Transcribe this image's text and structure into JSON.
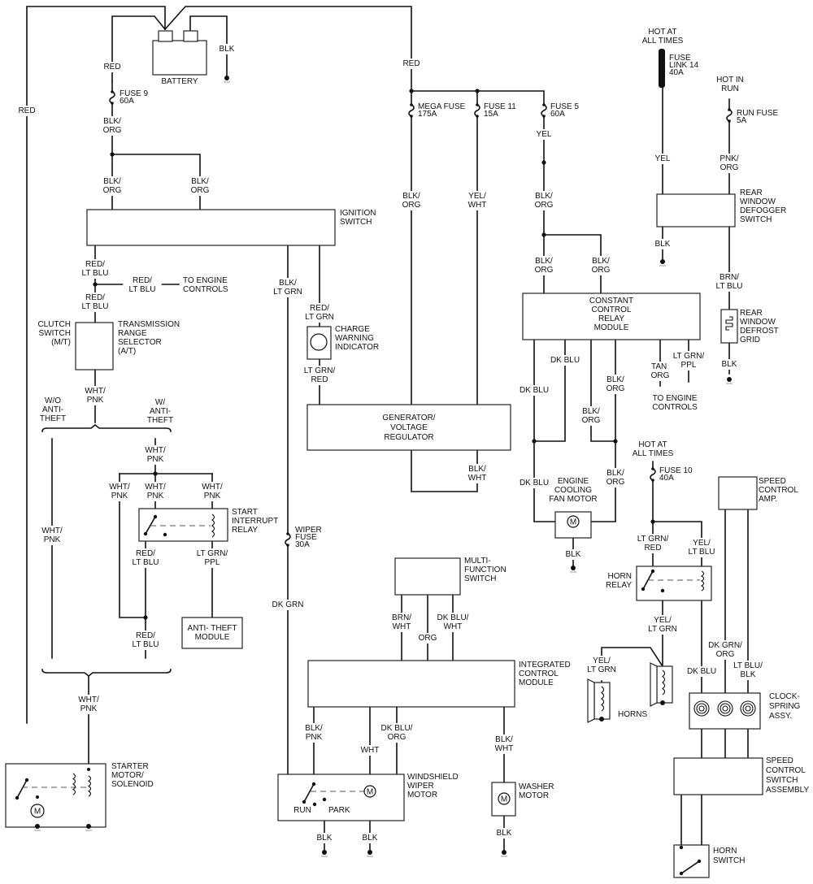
{
  "title": "Starting, Charging, Wiper, Horn and Cooling Fan Wiring Diagram",
  "components": {
    "battery": "BATTERY",
    "battery_pos": "+",
    "battery_neg": "-",
    "ignition_switch": [
      "IGNITION",
      "SWITCH"
    ],
    "clutch_switch": [
      "CLUTCH",
      "SWITCH",
      "(M/T)"
    ],
    "trans_range": [
      "TRANSMISSION",
      "RANGE",
      "SELECTOR",
      "(A/T)"
    ],
    "charge_warning": [
      "CHARGE",
      "WARNING",
      "INDICATOR"
    ],
    "generator": [
      "GENERATOR/",
      "VOLTAGE",
      "REGULATOR"
    ],
    "ccrm": [
      "CONSTANT",
      "CONTROL",
      "RELAY",
      "MODULE"
    ],
    "rear_defogger_switch": [
      "REAR",
      "WINDOW",
      "DEFOGGER",
      "SWITCH"
    ],
    "rear_defrost_grid": [
      "REAR",
      "WINDOW",
      "DEFROST",
      "GRID"
    ],
    "start_interrupt_relay": [
      "START",
      "INTERRUPT",
      "RELAY"
    ],
    "anti_theft_module": [
      "ANTI- THEFT",
      "MODULE"
    ],
    "starter": [
      "STARTER",
      "MOTOR/",
      "SOLENOID"
    ],
    "multifunction_switch": [
      "MULTI-",
      "FUNCTION",
      "SWITCH"
    ],
    "icm": [
      "INTEGRATED",
      "CONTROL",
      "MODULE"
    ],
    "wiper_motor": [
      "WINDSHIELD",
      "WIPER",
      "MOTOR"
    ],
    "washer_motor": [
      "WASHER",
      "MOTOR"
    ],
    "fan_motor": [
      "ENGINE",
      "COOLING",
      "FAN MOTOR"
    ],
    "speed_control_amp": [
      "SPEED",
      "CONTROL",
      "AMP."
    ],
    "horn_relay": [
      "HORN",
      "RELAY"
    ],
    "horns": "HORNS",
    "clockspring": [
      "CLOCK-",
      "SPRING",
      "ASSY."
    ],
    "speed_control_switch": [
      "SPEED",
      "CONTROL",
      "SWITCH",
      "ASSEMBLY"
    ],
    "horn_switch": [
      "HORN",
      "SWITCH"
    ],
    "motor_symbol": "M",
    "run": "RUN",
    "park": "PARK"
  },
  "fuses": {
    "fuse9": [
      "FUSE  9",
      "60A"
    ],
    "mega": [
      "MEGA  FUSE",
      "175A"
    ],
    "fuse11": [
      "FUSE  11",
      "15A"
    ],
    "fuse5": [
      "FUSE  5",
      "60A"
    ],
    "fuselink14": [
      "FUSE",
      "LINK  14",
      "40A"
    ],
    "runfuse": [
      "RUN  FUSE",
      "5A"
    ],
    "fuse10": [
      "FUSE  10",
      "40A"
    ],
    "wiper": [
      "WIPER",
      "FUSE",
      "30A"
    ]
  },
  "notes": {
    "hot_all_times": [
      "HOT  AT",
      "ALL  TIMES"
    ],
    "hot_in_run": [
      "HOT  IN",
      "RUN"
    ],
    "to_engine_controls": [
      "TO  ENGINE",
      "CONTROLS"
    ],
    "wo_antitheft": [
      "W/O",
      "ANTI-",
      "THEFT"
    ],
    "w_antitheft": [
      "W/",
      "ANTI-",
      "THEFT"
    ]
  },
  "wires": {
    "red": [
      "RED"
    ],
    "blk": [
      "BLK"
    ],
    "yel": [
      "YEL"
    ],
    "org": [
      "ORG"
    ],
    "wht": [
      "WHT"
    ],
    "dk_blu": [
      "DK  BLU"
    ],
    "dk_grn": [
      "DK  GRN"
    ],
    "blk_org": [
      "BLK/",
      "ORG"
    ],
    "yel_wht": [
      "YEL/",
      "WHT"
    ],
    "blk_wht": [
      "BLK/",
      "WHT"
    ],
    "blk_pnk": [
      "BLK/",
      "PNK"
    ],
    "red_lt_blu": [
      "RED/",
      "LT  BLU"
    ],
    "blk_lt_grn": [
      "BLK/",
      "LT  GRN"
    ],
    "red_lt_grn": [
      "RED/",
      "LT  GRN"
    ],
    "lt_grn_red": [
      "LT  GRN/",
      "RED"
    ],
    "wht_pnk": [
      "WHT/",
      "PNK"
    ],
    "lt_grn_ppl": [
      "LT  GRN/",
      "PPL"
    ],
    "pnk_org": [
      "PNK/",
      "ORG"
    ],
    "brn_lt_blu": [
      "BRN/",
      "LT  BLU"
    ],
    "tan_org": [
      "TAN/",
      "ORG"
    ],
    "yel_lt_blu": [
      "YEL/",
      "LT  BLU"
    ],
    "yel_lt_grn": [
      "YEL/",
      "LT  GRN"
    ],
    "dk_grn_org": [
      "DK  GRN/",
      "ORG"
    ],
    "lt_blu_blk": [
      "LT  BLU/",
      "BLK"
    ],
    "brn_wht": [
      "BRN/",
      "WHT"
    ],
    "dk_blu_wht": [
      "DK  BLU/",
      "WHT"
    ],
    "dk_blu_org": [
      "DK  BLU/",
      "ORG"
    ]
  }
}
